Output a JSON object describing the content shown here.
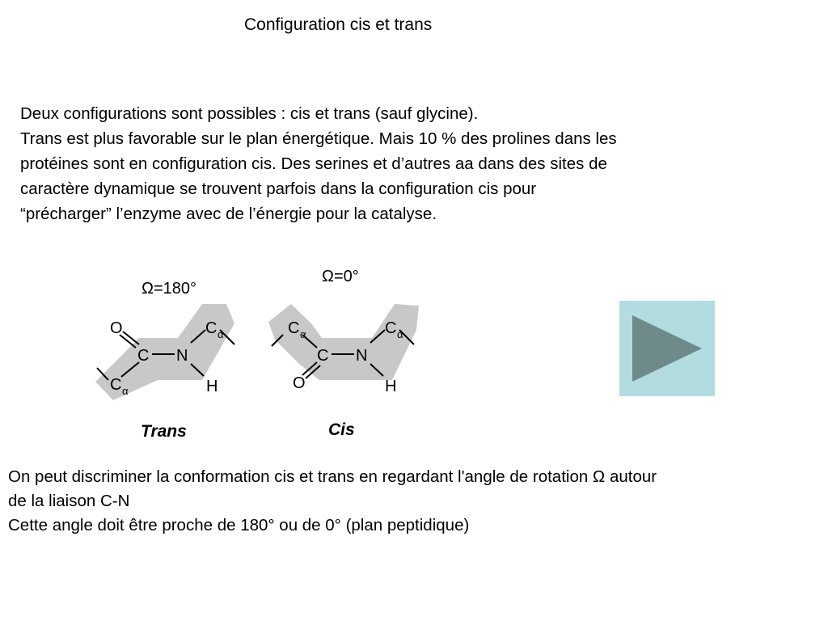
{
  "slide": {
    "title": "Configuration cis et trans",
    "intro_lines": [
      "Deux configurations sont possibles : cis et trans (sauf glycine).",
      "Trans est plus favorable sur le plan énergétique. Mais 10 % des prolines dans les",
      "protéines sont en configuration cis. Des serines et d’autres aa dans des sites de",
      "caractère dynamique se trouvent parfois dans la configuration cis pour",
      "“précharger” l’enzyme avec de l’énergie pour la catalyse."
    ],
    "figure": {
      "trans": {
        "angle_label": "Ω=180°",
        "caption": "Trans",
        "atom_o": "O",
        "atom_c": "C",
        "atom_n": "N",
        "atom_h": "H",
        "atom_ca": "C",
        "alpha": "α"
      },
      "cis": {
        "angle_label": "Ω=0°",
        "caption": "Cis",
        "atom_o": "O",
        "atom_c": "C",
        "atom_n": "N",
        "atom_h": "H",
        "atom_ca": "C",
        "alpha": "α"
      },
      "plane_color": "#c8c8c8"
    },
    "play_button": {
      "icon": "play-icon",
      "background": "#b3dce0",
      "icon_color": "#6e8a8a"
    },
    "conclusion_lines": [
      "On peut discriminer la conformation cis et trans en regardant l'angle de rotation Ω autour",
      "de la liaison C-N",
      "Cette angle doit être proche de 180° ou de 0° (plan peptidique)"
    ]
  }
}
